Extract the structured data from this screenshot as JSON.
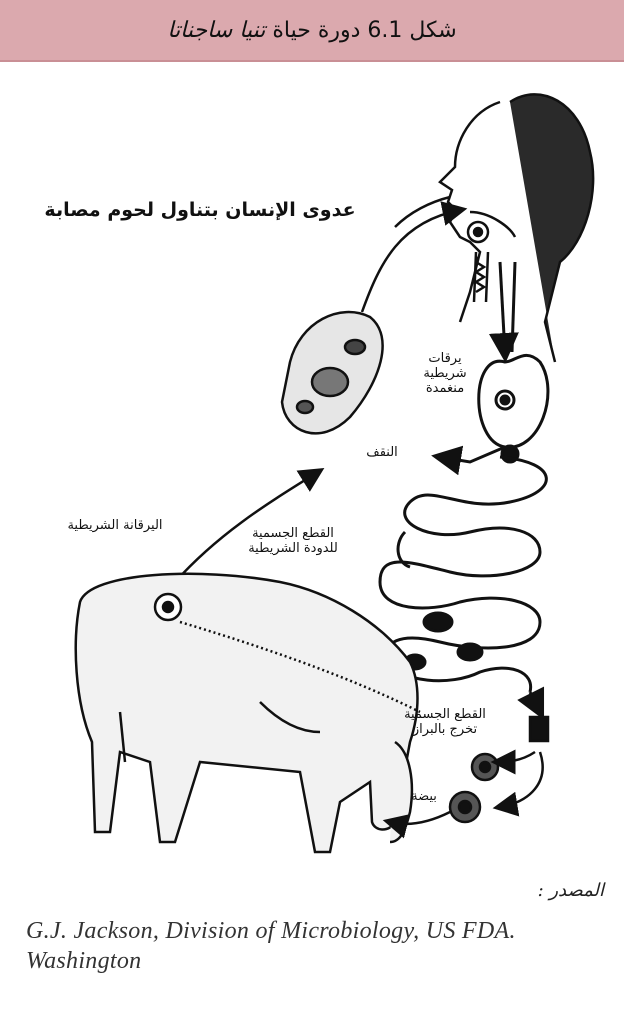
{
  "figure": {
    "title": {
      "prefix": "شكل 6.1 دورة حياة ",
      "species": "تنيا ساجناتا"
    },
    "labels": {
      "infection": "عدوى الإنسان بتناول لحوم مصابة",
      "encysted_larvae": "يرقات شريطية منغمدة",
      "scolex": "النقف",
      "cysticercus": "اليرقانة الشريطية",
      "proglottids": "القطع الجسمية للدودة الشريطية",
      "proglottids_out": "القطع الجسمية تخرج بالبراز",
      "egg": "بيضة"
    },
    "source": {
      "label": "المصدر :",
      "text": "G.J. Jackson, Division of Microbiology, US FDA. Washington"
    }
  },
  "colors": {
    "title_bar": "#dba9ae",
    "ink": "#111111"
  },
  "icons": [
    "human-head-icon",
    "meat-chunk-icon",
    "intestine-icon",
    "cow-icon",
    "egg-icon"
  ]
}
